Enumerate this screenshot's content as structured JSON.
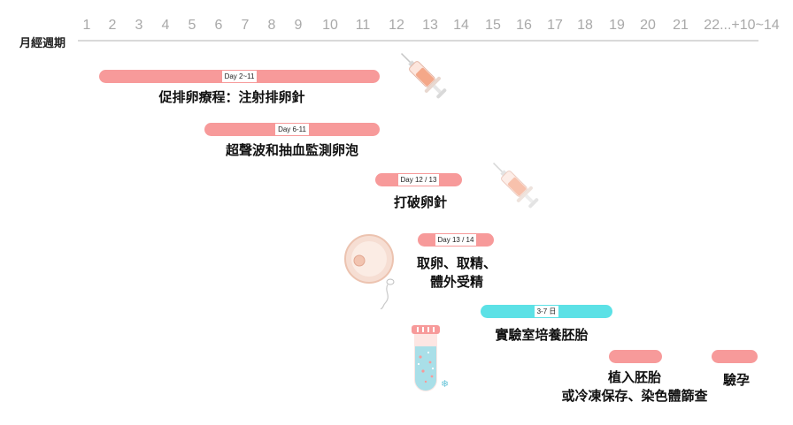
{
  "axis": {
    "label": "月經週期",
    "days": [
      "1",
      "2",
      "3",
      "4",
      "5",
      "6",
      "7",
      "8",
      "9",
      "10",
      "11",
      "12",
      "13",
      "14",
      "15",
      "16",
      "17",
      "18",
      "19",
      "20",
      "21",
      "22...+10~14"
    ]
  },
  "stages": [
    {
      "id": "stimulation",
      "bar_label": "Day 2~11",
      "color": "#f79a9a",
      "title": "促排卵療程：注射排卵針"
    },
    {
      "id": "monitoring",
      "bar_label": "Day 6-11",
      "color": "#f79a9a",
      "title": "超聲波和抽血監測卵泡"
    },
    {
      "id": "trigger",
      "bar_label": "Day 12  / 13",
      "color": "#f79a9a",
      "title": "打破卵針"
    },
    {
      "id": "retrieval",
      "bar_label": "Day 13 / 14",
      "color": "#f79a9a",
      "title_lines": [
        "取卵、取精、",
        "體外受精"
      ]
    },
    {
      "id": "culture",
      "bar_label": "3-7 日",
      "color": "#5ce1e6",
      "title": "實驗室培養胚胎"
    },
    {
      "id": "transfer",
      "bar_label": "",
      "color": "#f79a9a",
      "title_lines": [
        "植入胚胎",
        "或冷凍保存、染色體篩查"
      ]
    },
    {
      "id": "pregnancy-test",
      "bar_label": "",
      "color": "#f79a9a",
      "title": "驗孕"
    }
  ],
  "illustrations": [
    "syringe-icon",
    "syringe-icon",
    "egg-and-sperm-icon",
    "test-tube-icon"
  ],
  "colors": {
    "pink": "#f79a9a",
    "cyan": "#5ce1e6",
    "axis": "#d9d9d9",
    "day_text": "#a9a9a9"
  }
}
